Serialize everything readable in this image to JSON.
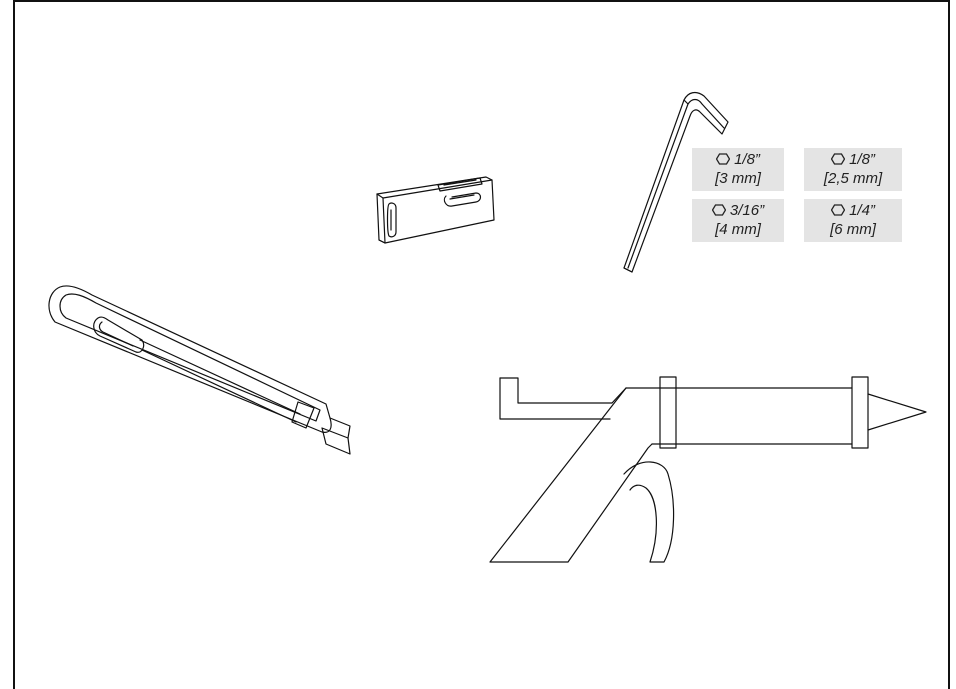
{
  "hex_key_sizes": [
    {
      "imperial": "1/8”",
      "metric": "[3 mm]"
    },
    {
      "imperial": "1/8”",
      "metric": "[2,5 mm]"
    },
    {
      "imperial": "3/16”",
      "metric": "[4 mm]"
    },
    {
      "imperial": "1/4”",
      "metric": "[6 mm]"
    }
  ],
  "icons": {
    "size_marker": "hexagon-icon",
    "tools": [
      "utility-knife-icon",
      "spirit-level-icon",
      "hex-key-icon",
      "caulking-gun-icon"
    ]
  },
  "colors": {
    "stroke": "#111111",
    "label_background": "#e4e4e4",
    "frame": "#111111"
  }
}
